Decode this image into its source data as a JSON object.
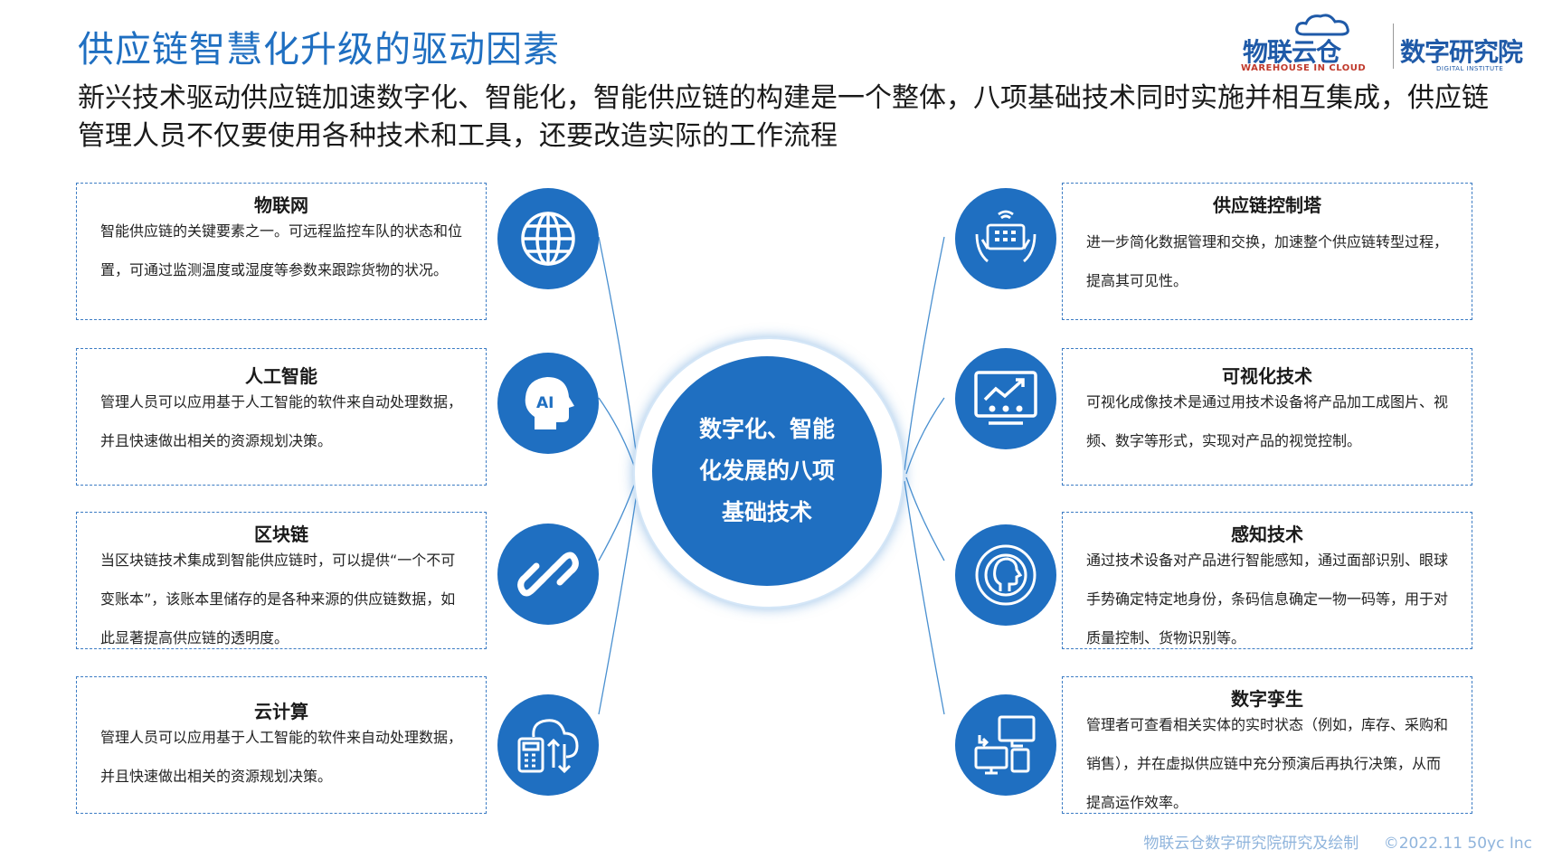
{
  "title": "供应链智慧化升级的驱动因素",
  "subtitle": "新兴技术驱动供应链加速数字化、智能化，智能供应链的构建是一个整体，八项基础技术同时实施并相互集成，供应链管理人员不仅要使用各种技术和工具，还要改造实际的工作流程",
  "logos": {
    "warehouse_name": "物联云仓",
    "warehouse_sub": "WAREHOUSE IN CLOUD",
    "institute_name": "数字研究院",
    "institute_sub": "DIGITAL INSTITUTE"
  },
  "center": {
    "label": "数字化、智能化发展的八项基础技术"
  },
  "left_items": [
    {
      "title": "物联网",
      "body": "智能供应链的关键要素之一。可远程监控车队的状态和位置，可通过监测温度或湿度等参数来跟踪货物的状况。",
      "icon": "globe-icon"
    },
    {
      "title": "人工智能",
      "body": "管理人员可以应用基于人工智能的软件来自动处理数据，并且快速做出相关的资源规划决策。",
      "icon": "ai-head-icon"
    },
    {
      "title": "区块链",
      "body": "当区块链技术集成到智能供应链时，可以提供“一个不可变账本”，该账本里储存的是各种来源的供应链数据，如此显著提高供应链的透明度。",
      "icon": "chain-link-icon"
    },
    {
      "title": "云计算",
      "body": "管理人员可以应用基于人工智能的软件来自动处理数据，并且快速做出相关的资源规划决策。",
      "icon": "cloud-calculator-icon"
    }
  ],
  "right_items": [
    {
      "title": "供应链控制塔",
      "body": "进一步简化数据管理和交换，加速整个供应链转型过程，提高其可见性。",
      "icon": "tablet-hands-icon"
    },
    {
      "title": "可视化技术",
      "body": "可视化成像技术是通过用技术设备将产品加工成图片、视频、数字等形式，实现对产品的视觉控制。",
      "icon": "monitor-chart-icon"
    },
    {
      "title": "感知技术",
      "body": "通过技术设备对产品进行智能感知，通过面部识别、眼球手势确定特定地身份，条码信息确定一物一码等，用于对质量控制、货物识别等。",
      "icon": "face-recognition-icon"
    },
    {
      "title": "数字孪生",
      "body": "管理者可查看相关实体的实时状态（例如，库存、采购和销售），并在虚拟供应链中充分预演后再执行决策，从而提高运作效率。",
      "icon": "twin-monitors-icon"
    }
  ],
  "footer": {
    "credit": "物联云仓数字研究院研究及绘制",
    "copyright": "©2022.11  50yc Inc"
  }
}
